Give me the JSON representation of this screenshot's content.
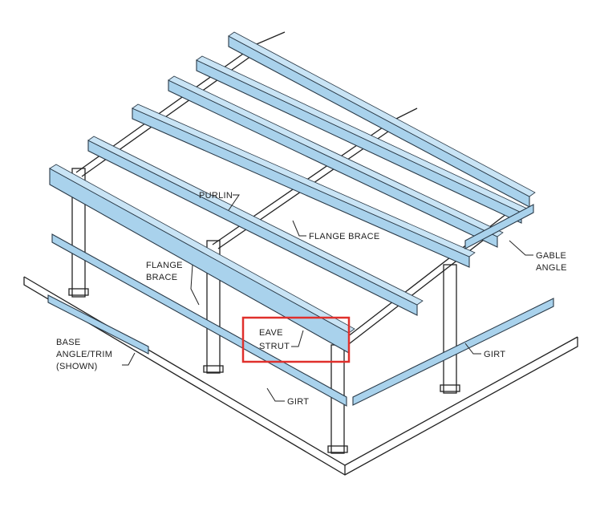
{
  "title": "Metal building secondary framing diagram",
  "colors": {
    "member": "#a9d2ec",
    "highlight": "#e0302c",
    "line": "#222222"
  },
  "labels": {
    "purlin": "PURLIN",
    "flange_brace_top": "FLANGE BRACE",
    "gable_angle_1": "GABLE",
    "gable_angle_2": "ANGLE",
    "flange_brace_left_1": "FLANGE",
    "flange_brace_left_2": "BRACE",
    "eave_strut_1": "EAVE",
    "eave_strut_2": "STRUT",
    "base_angle_1": "BASE",
    "base_angle_2": "ANGLE/TRIM",
    "base_angle_3": "(SHOWN)",
    "girt_right": "GIRT",
    "girt_front": "GIRT"
  }
}
